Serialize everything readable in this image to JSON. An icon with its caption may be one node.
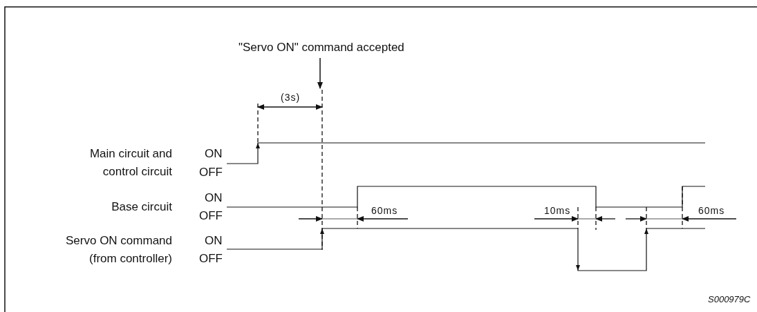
{
  "diagram": {
    "nodes": [
      {
        "text": [
          "\"Servo ON\" command accepted"
        ]
      },
      {
        "text": [],
        "shape": "line"
      }
    ],
    "edges": [
      {
        "from": 0,
        "to": 1,
        "arrow": "to"
      }
    ],
    "labels": [
      "(3s)",
      "Main circuit and control circuit",
      "ON",
      "OFF",
      "Base circuit",
      "ON",
      "OFF",
      "60ms",
      "10ms",
      "60ms",
      "Servo ON command (from controller)",
      "ON",
      "OFF",
      "S000979C"
    ]
  }
}
